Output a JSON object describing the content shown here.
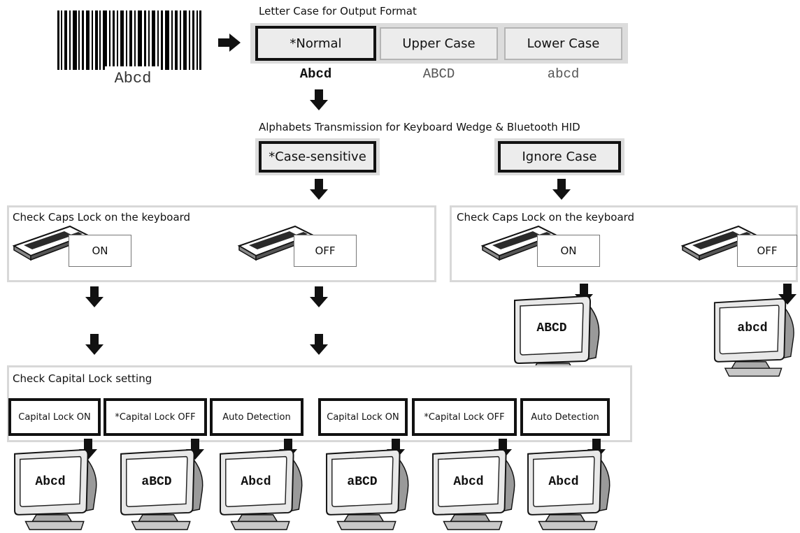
{
  "barcode": {
    "caption": "Abcd"
  },
  "letter_case": {
    "title": "Letter Case for Output Format",
    "options": [
      {
        "label": "*Normal",
        "example": "Abcd"
      },
      {
        "label": "Upper Case",
        "example": "ABCD"
      },
      {
        "label": "Lower Case",
        "example": "abcd"
      }
    ]
  },
  "alphabets": {
    "title": "Alphabets Transmission for Keyboard Wedge & Bluetooth HID",
    "case_sensitive": "*Case-sensitive",
    "ignore_case": "Ignore Case"
  },
  "caps_left": {
    "title": "Check Caps Lock on the keyboard",
    "on": "ON",
    "off": "OFF"
  },
  "caps_right": {
    "title": "Check Caps Lock on the keyboard",
    "on": "ON",
    "off": "OFF"
  },
  "ignore_results": {
    "on": "ABCD",
    "off": "abcd"
  },
  "capital_lock": {
    "title": "Check Capital Lock setting",
    "buttons": [
      "Capital Lock ON",
      "*Capital Lock OFF",
      "Auto Detection",
      "Capital Lock ON",
      "*Capital Lock OFF",
      "Auto Detection"
    ],
    "results": [
      "Abcd",
      "aBCD",
      "Abcd",
      "aBCD",
      "Abcd",
      "Abcd"
    ]
  }
}
